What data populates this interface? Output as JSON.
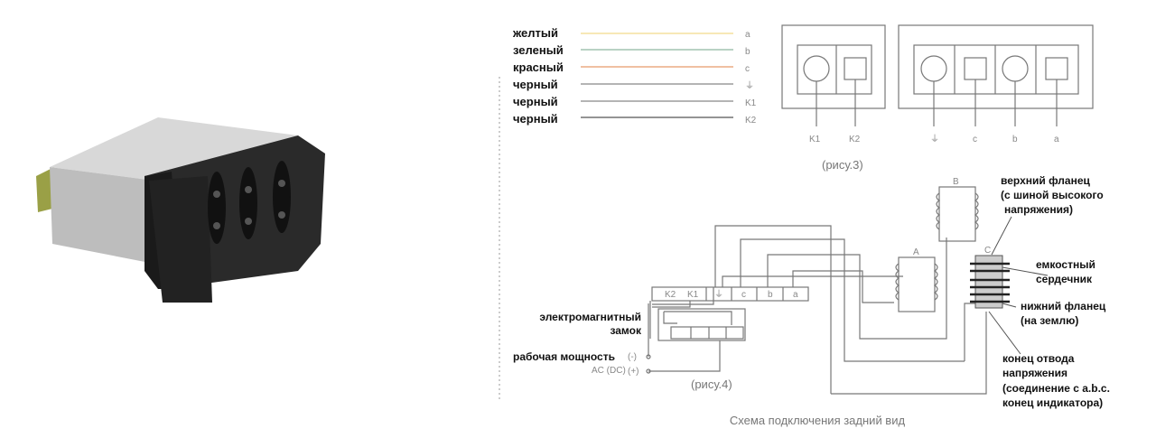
{
  "legend": [
    {
      "label": "желтый",
      "terminal": "a",
      "color": "#f2d98a"
    },
    {
      "label": "зеленый",
      "terminal": "b",
      "color": "#8fb8a0"
    },
    {
      "label": "красный",
      "terminal": "c",
      "color": "#e89a6a"
    },
    {
      "label": "черный",
      "terminal": "⏚",
      "color": "#888888"
    },
    {
      "label": "черный",
      "terminal": "K1",
      "color": "#888888"
    },
    {
      "label": "черный",
      "terminal": "K2",
      "color": "#555555"
    }
  ],
  "fig3": {
    "caption": "(рису.3)",
    "left_labels": [
      "K1",
      "K2"
    ],
    "right_labels": [
      "⏚",
      "c",
      "b",
      "a"
    ]
  },
  "fig4": {
    "caption": "(рису.4)",
    "terminals": [
      "K2",
      "K1",
      "⏚",
      "c",
      "b",
      "a"
    ],
    "lock_label_1": "электромагнитный",
    "lock_label_2": "замок",
    "power_label": "рабочая мощность",
    "power_minus": "(-)",
    "power_type": "AC (DC)",
    "power_plus": "(+)",
    "insulator_a": "A",
    "insulator_b": "B",
    "core_label": "C"
  },
  "annotations": {
    "upper_flange": [
      "верхний фланец",
      "(с шиной высокого",
      "напряжения)"
    ],
    "capacitive_core": [
      "емкостный",
      "сердечник"
    ],
    "lower_flange": [
      "нижний фланец",
      "(на землю)"
    ],
    "tap_end": [
      "конец отвода",
      "напряжения",
      "(соединение с a.b.c.",
      "конец индикатора)"
    ]
  },
  "caption": "Схема подключения задний вид"
}
